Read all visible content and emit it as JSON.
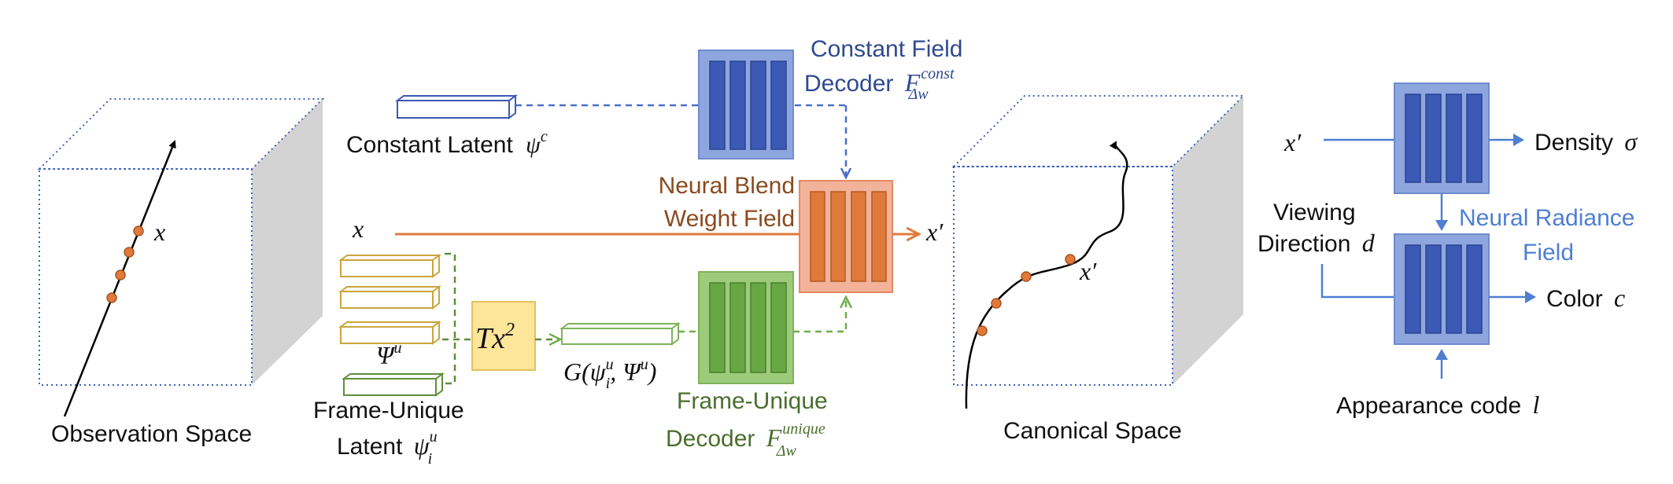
{
  "observation": {
    "label": "Observation Space",
    "point_label": "x"
  },
  "canonical": {
    "label": "Canonical Space",
    "point_label": "x′"
  },
  "constant_latent": {
    "label": "Constant Latent",
    "symbol": "ψ",
    "sup": "c"
  },
  "constant_decoder": {
    "line1": "Constant Field",
    "line2": "Decoder",
    "symbol": "F",
    "sub": "Δw",
    "sup": "const"
  },
  "blend_field": {
    "line1": "Neural Blend",
    "line2": "Weight Field",
    "input": "x",
    "output": "x′"
  },
  "frame_latents": {
    "set_symbol": "Ψ",
    "set_sup": "u",
    "line1": "Frame-Unique",
    "line2": "Latent",
    "symbol": "ψ",
    "sub": "i",
    "sup": "u"
  },
  "transform": {
    "T": "T",
    "x": "x",
    "exp": "2"
  },
  "g_func": {
    "text1": "G(",
    "psi": "ψ",
    "psi_sub": "i",
    "psi_sup": "u",
    "comma": ", ",
    "Psi": "Ψ",
    "Psi_sup": "u",
    "close": ")"
  },
  "unique_decoder": {
    "line1": "Frame-Unique",
    "line2": "Decoder",
    "symbol": "F",
    "sub": "Δw",
    "sup": "unique"
  },
  "radiance": {
    "input": "x′",
    "density_label": "Density",
    "density_symbol": "σ",
    "view_line1": "Viewing",
    "view_line2": "Direction",
    "view_symbol": "d",
    "field_line1": "Neural Radiance",
    "field_line2": "Field",
    "color_label": "Color",
    "color_symbol": "c",
    "appearance_label": "Appearance code",
    "appearance_symbol": "l"
  },
  "colors": {
    "blue_fill": "#8ea6de",
    "blue_dark": "#3c59b5",
    "orange_fill": "#f2b39a",
    "orange_dark": "#e07a3a",
    "green_fill": "#9ccc7a",
    "green_dark": "#67a844",
    "yellow": "#fde59a",
    "point": "#e07a3a"
  }
}
